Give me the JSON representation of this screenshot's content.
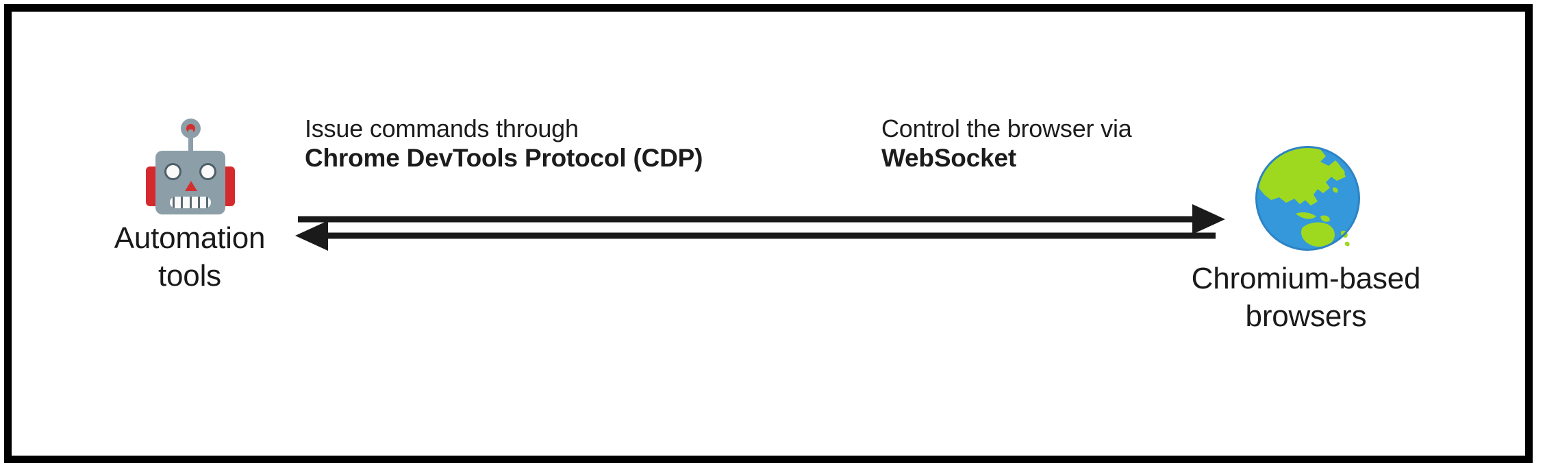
{
  "diagram": {
    "type": "flow-diagram",
    "border_color": "#000000",
    "background": "#ffffff",
    "nodes": [
      {
        "id": "automation-tools",
        "icon": "robot-icon",
        "label_line1": "Automation",
        "label_line2": "tools",
        "icon_colors": {
          "head": "#8c9fa9",
          "ear": "#d42a2e",
          "eye": "#fafafa",
          "nose": "#d22f2f",
          "led": "#d22f2f"
        }
      },
      {
        "id": "chromium-browsers",
        "icon": "globe-icon",
        "label_line1": "Chromium-based",
        "label_line2": "browsers",
        "icon_colors": {
          "ocean": "#3498db",
          "land": "#9ed920",
          "outline": "#2d83c4"
        }
      }
    ],
    "edges": [
      {
        "id": "cdp-edge",
        "direction": "left-to-right",
        "label_line1": "Issue commands through",
        "label_line2": "Chrome DevTools Protocol (CDP)",
        "label_line2_bold": true,
        "arrow_color": "#1a1a1a"
      },
      {
        "id": "websocket-edge",
        "direction": "right-to-left",
        "label_line1": "Control the browser via",
        "label_line2": "WebSocket",
        "label_line2_bold": true,
        "arrow_color": "#1a1a1a"
      }
    ]
  }
}
